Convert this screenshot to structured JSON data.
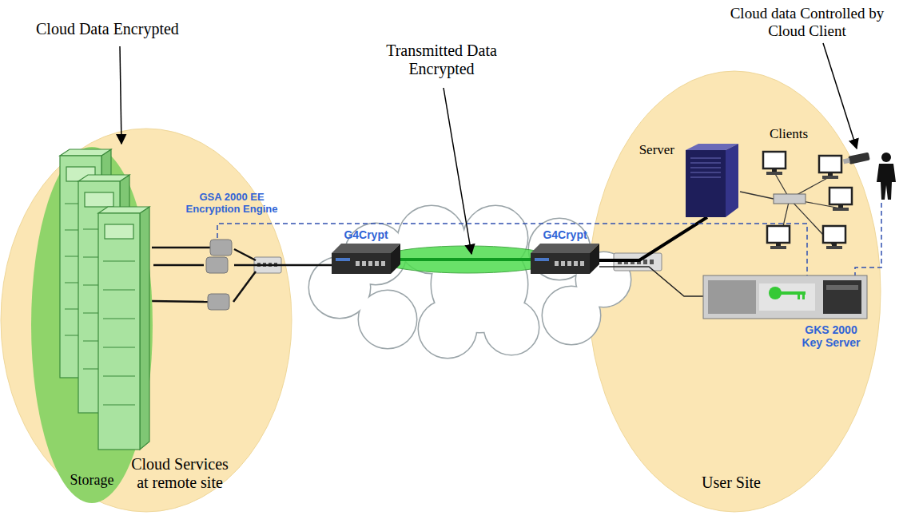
{
  "diagram": {
    "nodes": [
      {
        "text": [
          "Cloud Services at remote site"
        ]
      },
      {
        "text": [
          "Storage"
        ],
        "in": 0
      },
      {
        "text": [
          "GSA 2000 EE Encryption Engine"
        ],
        "in": 0
      },
      {
        "text": [
          "G4Crypt"
        ]
      },
      {
        "text": [
          "G4Crypt"
        ]
      },
      {
        "text": [
          "User Site"
        ]
      },
      {
        "text": [
          "Server"
        ],
        "in": 5
      },
      {
        "text": [
          "Clients"
        ],
        "in": 5
      },
      {
        "text": [
          "GKS 2000 Key Server"
        ],
        "in": 5
      }
    ],
    "edges": [
      {
        "from": 1,
        "to": 2,
        "arrow": "none"
      },
      {
        "from": 2,
        "to": 3,
        "arrow": "none"
      },
      {
        "from": 3,
        "to": 4,
        "arrow": "none"
      },
      {
        "from": 4,
        "to": 6,
        "arrow": "none"
      },
      {
        "from": 4,
        "to": 8,
        "arrow": "none"
      },
      {
        "from": 2,
        "to": 8,
        "arrow": "none"
      }
    ],
    "labels": [
      "Cloud Data Encrypted",
      "Transmitted Data Encrypted",
      "Cloud data Controlled by Cloud Client"
    ]
  }
}
